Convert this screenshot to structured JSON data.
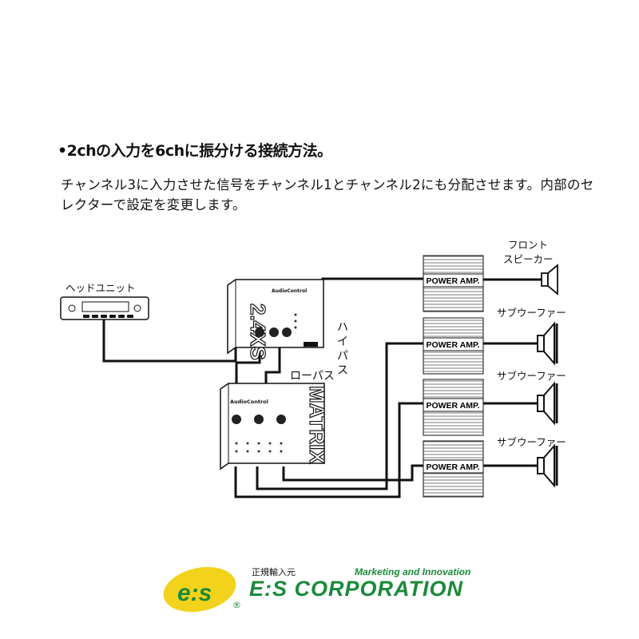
{
  "heading": "•2chの入力を6chに振分ける接続方法。",
  "description": "チャンネル3に入力させた信号をチャンネル1とチャンネル2にも分配させます。内部のセレクターで設定を変更します。",
  "labels": {
    "head_unit": "ヘッドユニット",
    "front_speaker_line1": "フロント",
    "front_speaker_line2": "スピーカー",
    "subwoofer": "サブウーファー",
    "high_pass": "ハイパス",
    "low_pass": "ローパス",
    "power_amp": "POWER AMP."
  },
  "devices": {
    "unit1_brand": "AudioControl",
    "unit1_model": "2.4XS",
    "unit2_brand": "AudioControl",
    "unit2_model": "MATRIX"
  },
  "logo": {
    "mark": "e:s",
    "sub": "正規輸入元",
    "tagline": "Marketing and Innovation",
    "name": "E:S CORPORATION",
    "reg": "®"
  },
  "colors": {
    "brand_green": "#1a8a3a",
    "brand_yellow": "#f2d21b"
  },
  "amp_count": 4,
  "subwoofer_count": 3
}
